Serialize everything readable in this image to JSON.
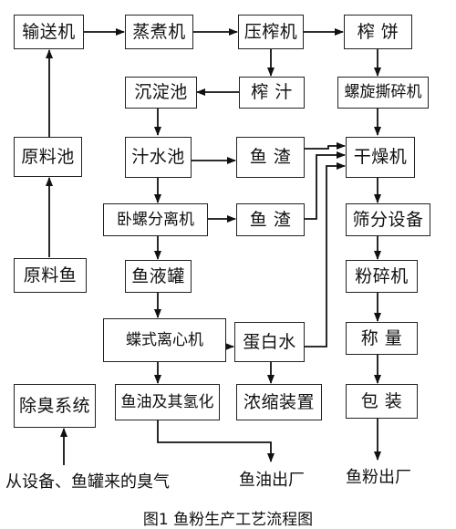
{
  "nodes": {
    "conveyor": "输送机",
    "steamer": "蒸煮机",
    "press": "压榨机",
    "press_cake": "榨 饼",
    "settling_tank": "沉淀池",
    "press_liquor": "榨 汁",
    "screw_shredder": "螺旋撕碎机",
    "stickwater_tank": "汁水池",
    "fish_residue_1": "鱼 渣",
    "dryer": "干燥机",
    "raw_material_tank": "原料池",
    "decanter_centrifuge": "卧螺分离机",
    "fish_residue_2": "鱼 渣",
    "screening_equipment": "筛分设备",
    "raw_fish": "原料鱼",
    "fish_liquid_tank": "鱼液罐",
    "grinder": "粉碎机",
    "disc_centrifuge": "蝶式离心机",
    "protein_water": "蛋白水",
    "weighing": "称 量",
    "deodorization": "除臭系统",
    "fish_oil_refining": "鱼油及其氢化",
    "concentrator": "浓缩装置",
    "packaging": "包 装"
  },
  "labels": {
    "odor_source": "从设备、鱼罐来的臭气",
    "fish_oil_output": "鱼油出厂",
    "fishmeal_output": "鱼粉出厂"
  },
  "caption": "图1  鱼粉生产工艺流程图"
}
